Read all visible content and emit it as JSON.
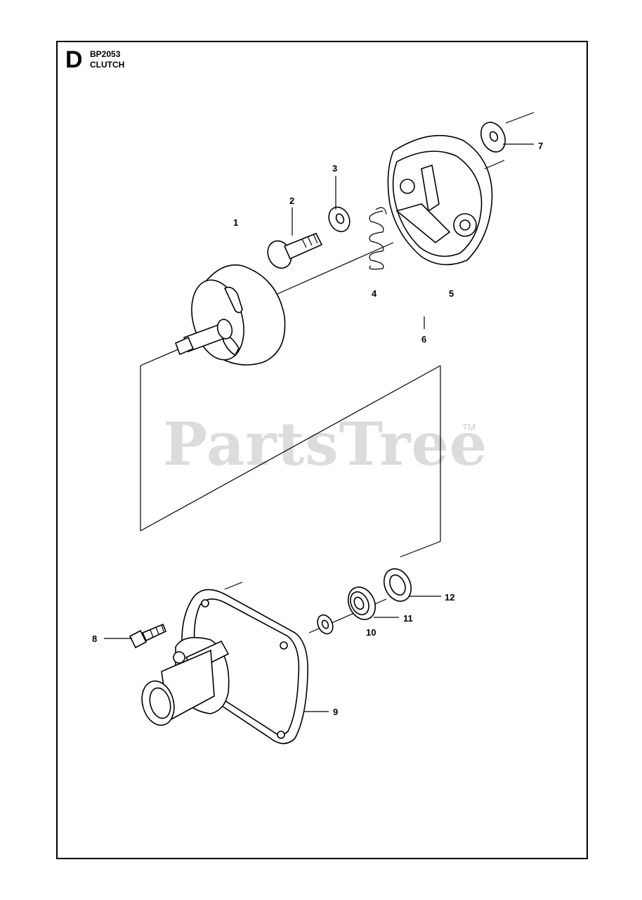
{
  "header": {
    "section_letter": "D",
    "model": "BP2053",
    "title": "CLUTCH"
  },
  "watermark": {
    "text": "PartsTree",
    "trademark": "TM"
  },
  "callouts": [
    "1",
    "2",
    "3",
    "4",
    "5",
    "6",
    "7",
    "8",
    "9",
    "10",
    "11",
    "12"
  ]
}
